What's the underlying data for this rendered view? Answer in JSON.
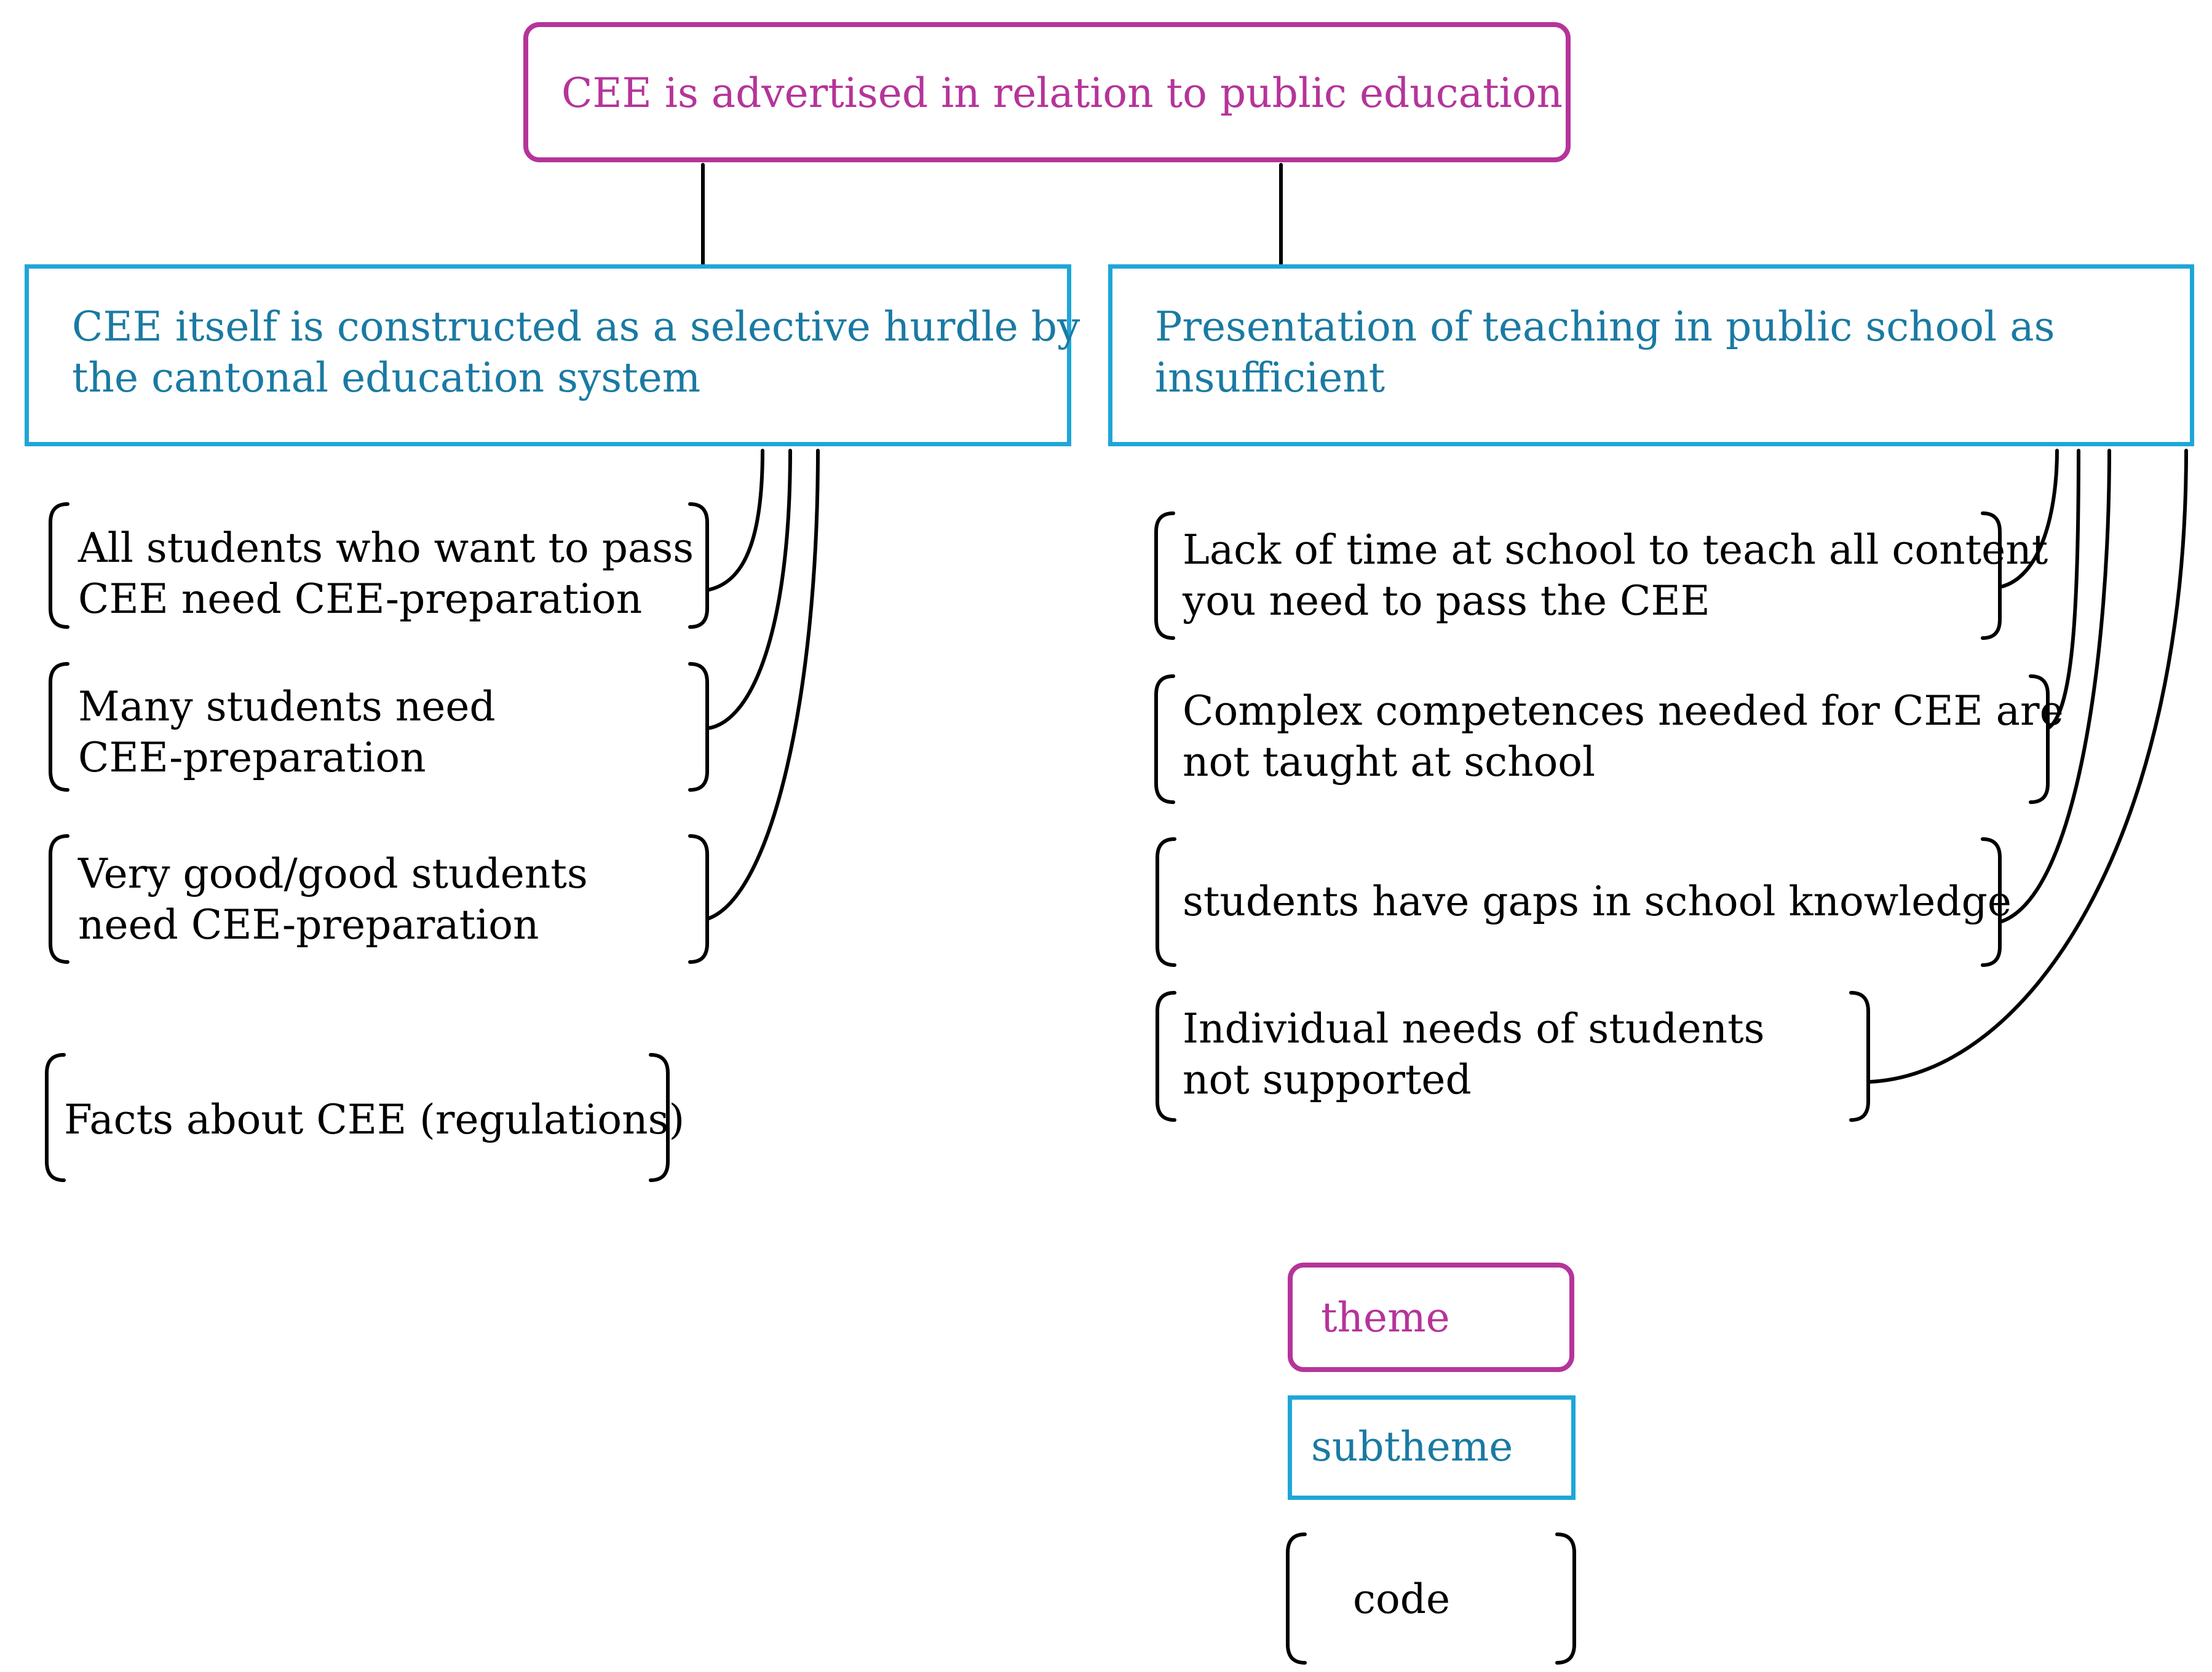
{
  "colors": {
    "theme": "#b5349a",
    "subtheme_border": "#1ea6d8",
    "subtheme_text": "#1a7aa3",
    "code": "#000000"
  },
  "theme": {
    "label": "CEE is advertised in relation to public education"
  },
  "subthemes": [
    {
      "lines": [
        "CEE itself is constructed as a selective hurdle by",
        "the cantonal education system"
      ],
      "codes": [
        {
          "lines": [
            "All students who want to pass",
            "CEE need CEE-preparation"
          ]
        },
        {
          "lines": [
            "Many students need",
            "CEE-preparation"
          ]
        },
        {
          "lines": [
            "Very good/good students",
            "need CEE-preparation"
          ]
        }
      ]
    },
    {
      "lines": [
        "Presentation of teaching in public school as",
        "insufficient"
      ],
      "codes": [
        {
          "lines": [
            "Lack of time at school to teach all content",
            "you need to pass the CEE"
          ]
        },
        {
          "lines": [
            "Complex competences needed for CEE are",
            "not taught at school"
          ]
        },
        {
          "lines": [
            "students have gaps in school knowledge"
          ]
        },
        {
          "lines": [
            "Individual needs of students",
            "not supported"
          ]
        }
      ]
    }
  ],
  "standalone_code": {
    "label": "Facts about CEE (regulations)"
  },
  "legend": {
    "theme": "theme",
    "subtheme": "subtheme",
    "code": "code"
  }
}
